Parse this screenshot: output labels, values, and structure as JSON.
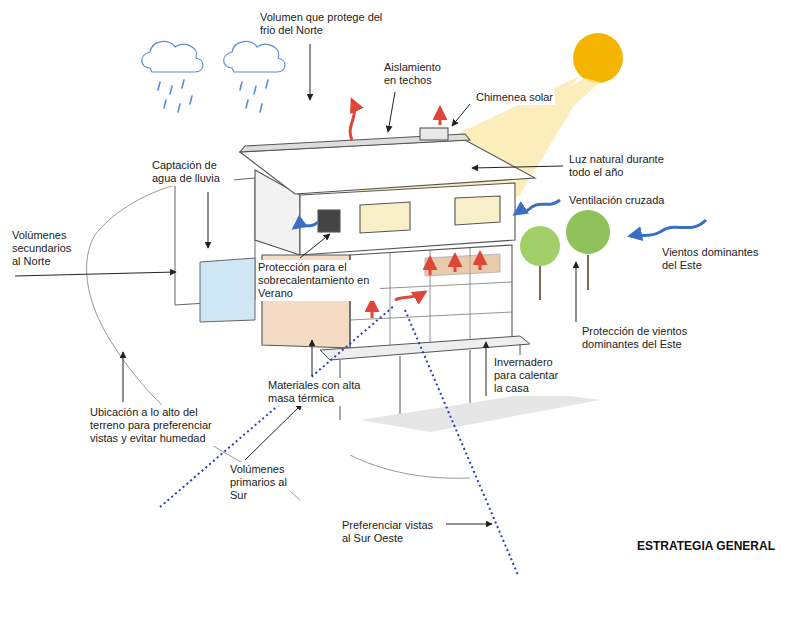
{
  "diagram": {
    "title": "ESTRATEGIA GENERAL",
    "labels": [
      "Volumen que protege del frio del Norte",
      "Aislamiento en techos",
      "Chimenea solar",
      "Captación de agua de lluvia",
      "Luz natural durante todo el año",
      "Ventilación cruzada",
      "Volúmenes secundarios al Norte",
      "Vientos dominantes del Este",
      "Protección para el sobrecalentamiento en Verano",
      "Protección de vientos dominantes del Este",
      "Materiales con alta masa térmica",
      "Invernadero para calentar la casa",
      "Ubicación a lo alto del terreno para preferenciar vistas y evitar humedad",
      "Volúmenes primarios al Sur",
      "Preferenciar vistas al Sur Oeste"
    ]
  }
}
